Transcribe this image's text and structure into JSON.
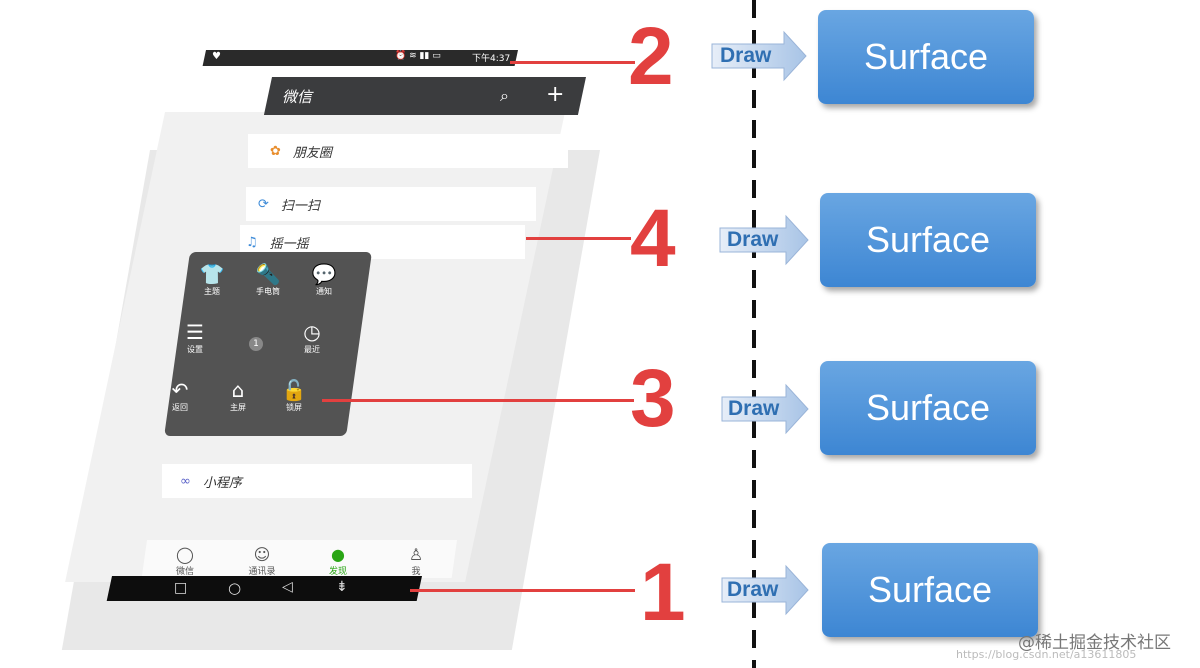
{
  "status_bar": {
    "time": "下午4:37"
  },
  "wechat": {
    "title": "微信",
    "items": [
      "朋友圈",
      "扫一扫",
      "摇一摇",
      "小程序"
    ],
    "tabs": [
      "微信",
      "通讯录",
      "发现",
      "我"
    ]
  },
  "floating_menu": {
    "items": [
      "主题",
      "手电筒",
      "通知",
      "设置",
      "最近",
      "返回",
      "主屏",
      "锁屏"
    ],
    "badge": "1"
  },
  "labels": [
    "2",
    "4",
    "3",
    "1"
  ],
  "draw_label": "Draw",
  "surface_label": "Surface",
  "watermark": {
    "main": "@稀土掘金技术社区",
    "sub": "https://blog.csdn.net/a13611805"
  },
  "colors": {
    "red": "#e2403f",
    "surface": "#4a90d9",
    "draw_text": "#2f6fb2"
  }
}
